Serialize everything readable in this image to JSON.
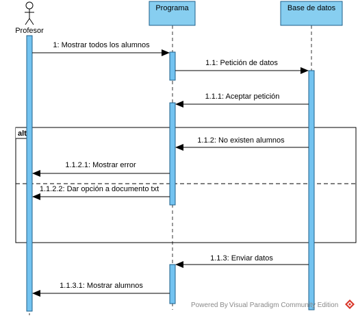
{
  "diagram": {
    "actor": {
      "name": "Profesor"
    },
    "participants": [
      {
        "name": "Programa"
      },
      {
        "name": "Base de datos"
      }
    ],
    "fragment": {
      "operator": "alt"
    },
    "messages": [
      {
        "label": "1: Mostrar todos los alumnos",
        "from": "Profesor",
        "to": "Programa"
      },
      {
        "label": "1.1: Petición de datos",
        "from": "Programa",
        "to": "Base de datos"
      },
      {
        "label": "1.1.1: Aceptar petición",
        "from": "Base de datos",
        "to": "Programa"
      },
      {
        "label": "1.1.2: No existen alumnos",
        "from": "Base de datos",
        "to": "Programa"
      },
      {
        "label": "1.1.2.1: Mostrar error",
        "from": "Programa",
        "to": "Profesor"
      },
      {
        "label": "1.1.2.2: Dar opción a documento txt",
        "from": "Programa",
        "to": "Profesor"
      },
      {
        "label": "1.1.3: Enviar datos",
        "from": "Base de datos",
        "to": "Programa"
      },
      {
        "label": "1.1.3.1: Mostrar alumnos",
        "from": "Programa",
        "to": "Profesor"
      }
    ],
    "footer": "Powered By Visual Paradigm Community Edition"
  },
  "colors": {
    "participant_fill": "#87cef0",
    "activation_fill": "#73c3f0",
    "line": "#000000",
    "footer_text": "#8a8a8a",
    "logo": "#d9372b"
  }
}
